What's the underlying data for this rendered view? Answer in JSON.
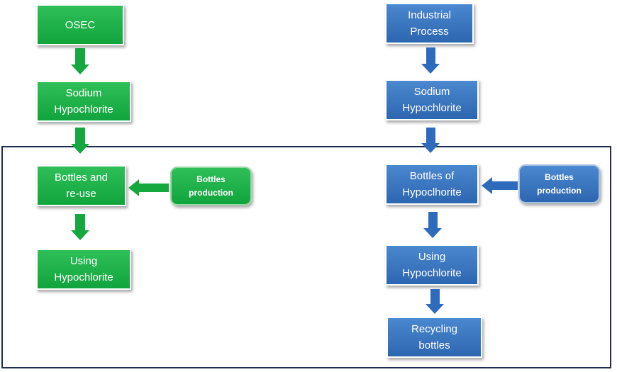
{
  "colors": {
    "green_fill": "#11a43d",
    "blue_fill": "#2d66b0",
    "frame_border": "#1f2d52"
  },
  "left_flow": {
    "osec": "OSEC",
    "sodium": "Sodium\nHypochlorite",
    "bottles_reuse": "Bottles and\nre-use",
    "bottles_production": "Bottles\nproduction",
    "using": "Using\nHypochlorite"
  },
  "right_flow": {
    "industrial": "Industrial\nProcess",
    "sodium": "Sodium\nHypochlorite",
    "bottles_of": "Bottles of\nHypoclhorite",
    "bottles_production": "Bottles\nproduction",
    "using": "Using\nHypochlorite",
    "recycling": "Recycling\nbottles"
  }
}
